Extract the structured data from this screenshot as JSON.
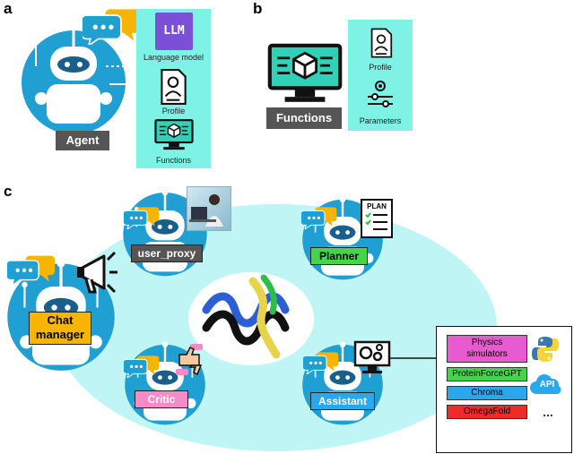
{
  "panels": {
    "a": "a",
    "b": "b",
    "c": "c"
  },
  "panel_a": {
    "agent_label": "Agent",
    "llm_text": "LLM",
    "language_model_label": "Language model",
    "profile_label": "Profile",
    "functions_label": "Functions"
  },
  "panel_b": {
    "functions_label": "Functions",
    "profile_label": "Profile",
    "parameters_label": "Parameters"
  },
  "panel_c": {
    "chat_manager_label": "Chat\nmanager",
    "user_proxy_label": "user_proxy",
    "planner_label": "Planner",
    "critic_label": "Critic",
    "assistant_label": "Assistant",
    "plan_text": "PLAN",
    "api_text": "API",
    "tools": [
      {
        "label": "Physics\nsimulators",
        "color": "#e85ad0"
      },
      {
        "label": "ProteinForceGPT",
        "color": "#44d64a"
      },
      {
        "label": "Chroma",
        "color": "#2aa8ee"
      },
      {
        "label": "OmegaFold",
        "color": "#ee2a2a"
      }
    ],
    "ellipsis": "..."
  },
  "colors": {
    "robot_blue": "#1f9fd2",
    "robot_dark": "#1a7fb0",
    "cyan": "#7ff2e6",
    "ellipse": "#bff5f5",
    "chat_orange": "#f7b400",
    "user_proxy_gray": "#555555",
    "planner_green": "#44d64a",
    "critic_pink": "#f58cc8"
  }
}
